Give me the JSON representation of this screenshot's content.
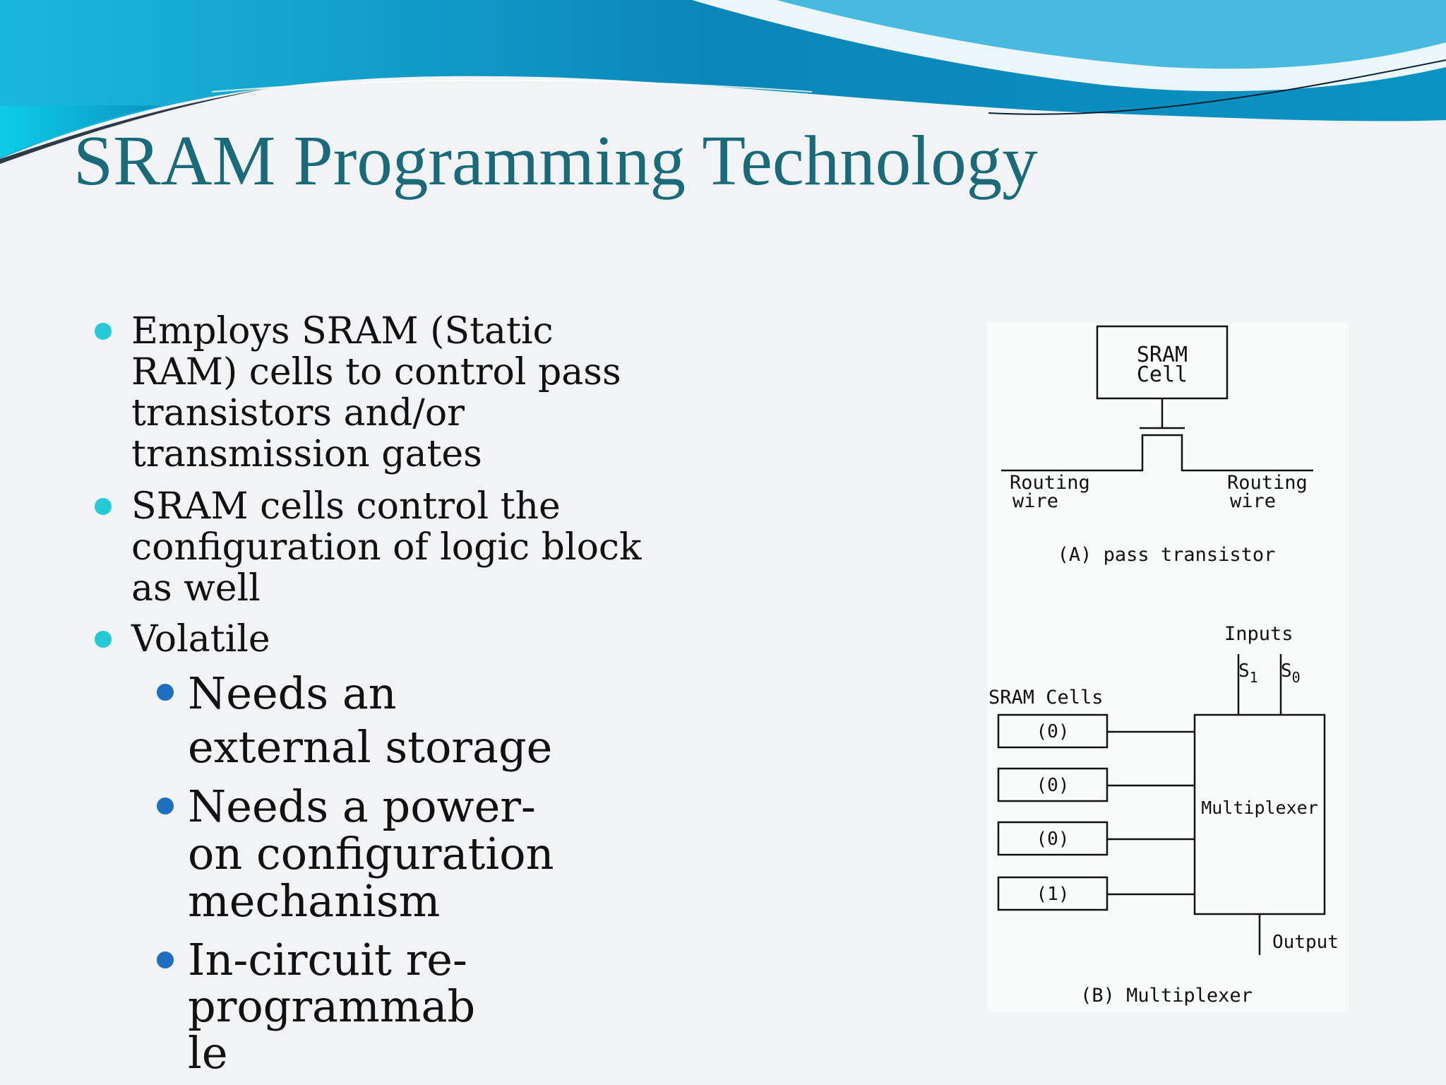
{
  "title": "SRAM Programming Technology",
  "bullets": [
    {
      "text": "Employs SRAM (Static RAM) cells  to control pass transistors and/or transmission gates"
    },
    {
      "text": "SRAM cells control the configuration of logic block as well"
    },
    {
      "text": "Volatile",
      "sub": [
        {
          "text": "Needs an external storage"
        },
        {
          "text": "Needs a power-on configuration mechanism"
        },
        {
          "text": "In-circuit re-programmable"
        }
      ]
    }
  ],
  "figure": {
    "pass_transistor": {
      "cell_line1": "SRAM",
      "cell_line2": "Cell",
      "left_wire_line1": "Routing",
      "left_wire_line2": "wire",
      "right_wire_line1": "Routing",
      "right_wire_line2": "wire",
      "caption": "(A) pass transistor"
    },
    "multiplexer": {
      "inputs_label": "Inputs",
      "s1": "S",
      "s1_sub": "1",
      "s0": "S",
      "s0_sub": "0",
      "cells_label": "SRAM Cells",
      "cells": [
        "(0)",
        "(0)",
        "(0)",
        "(1)"
      ],
      "block_label": "Multiplexer",
      "output_label": "Output",
      "caption": "(B) Multiplexer"
    }
  },
  "colors": {
    "title": "#1a6a7a",
    "bullet_l1": "#27c9d6",
    "bullet_l2": "#1e6fbf",
    "wave_dark": "#0e7fa8",
    "wave_light": "#22c3e0"
  }
}
